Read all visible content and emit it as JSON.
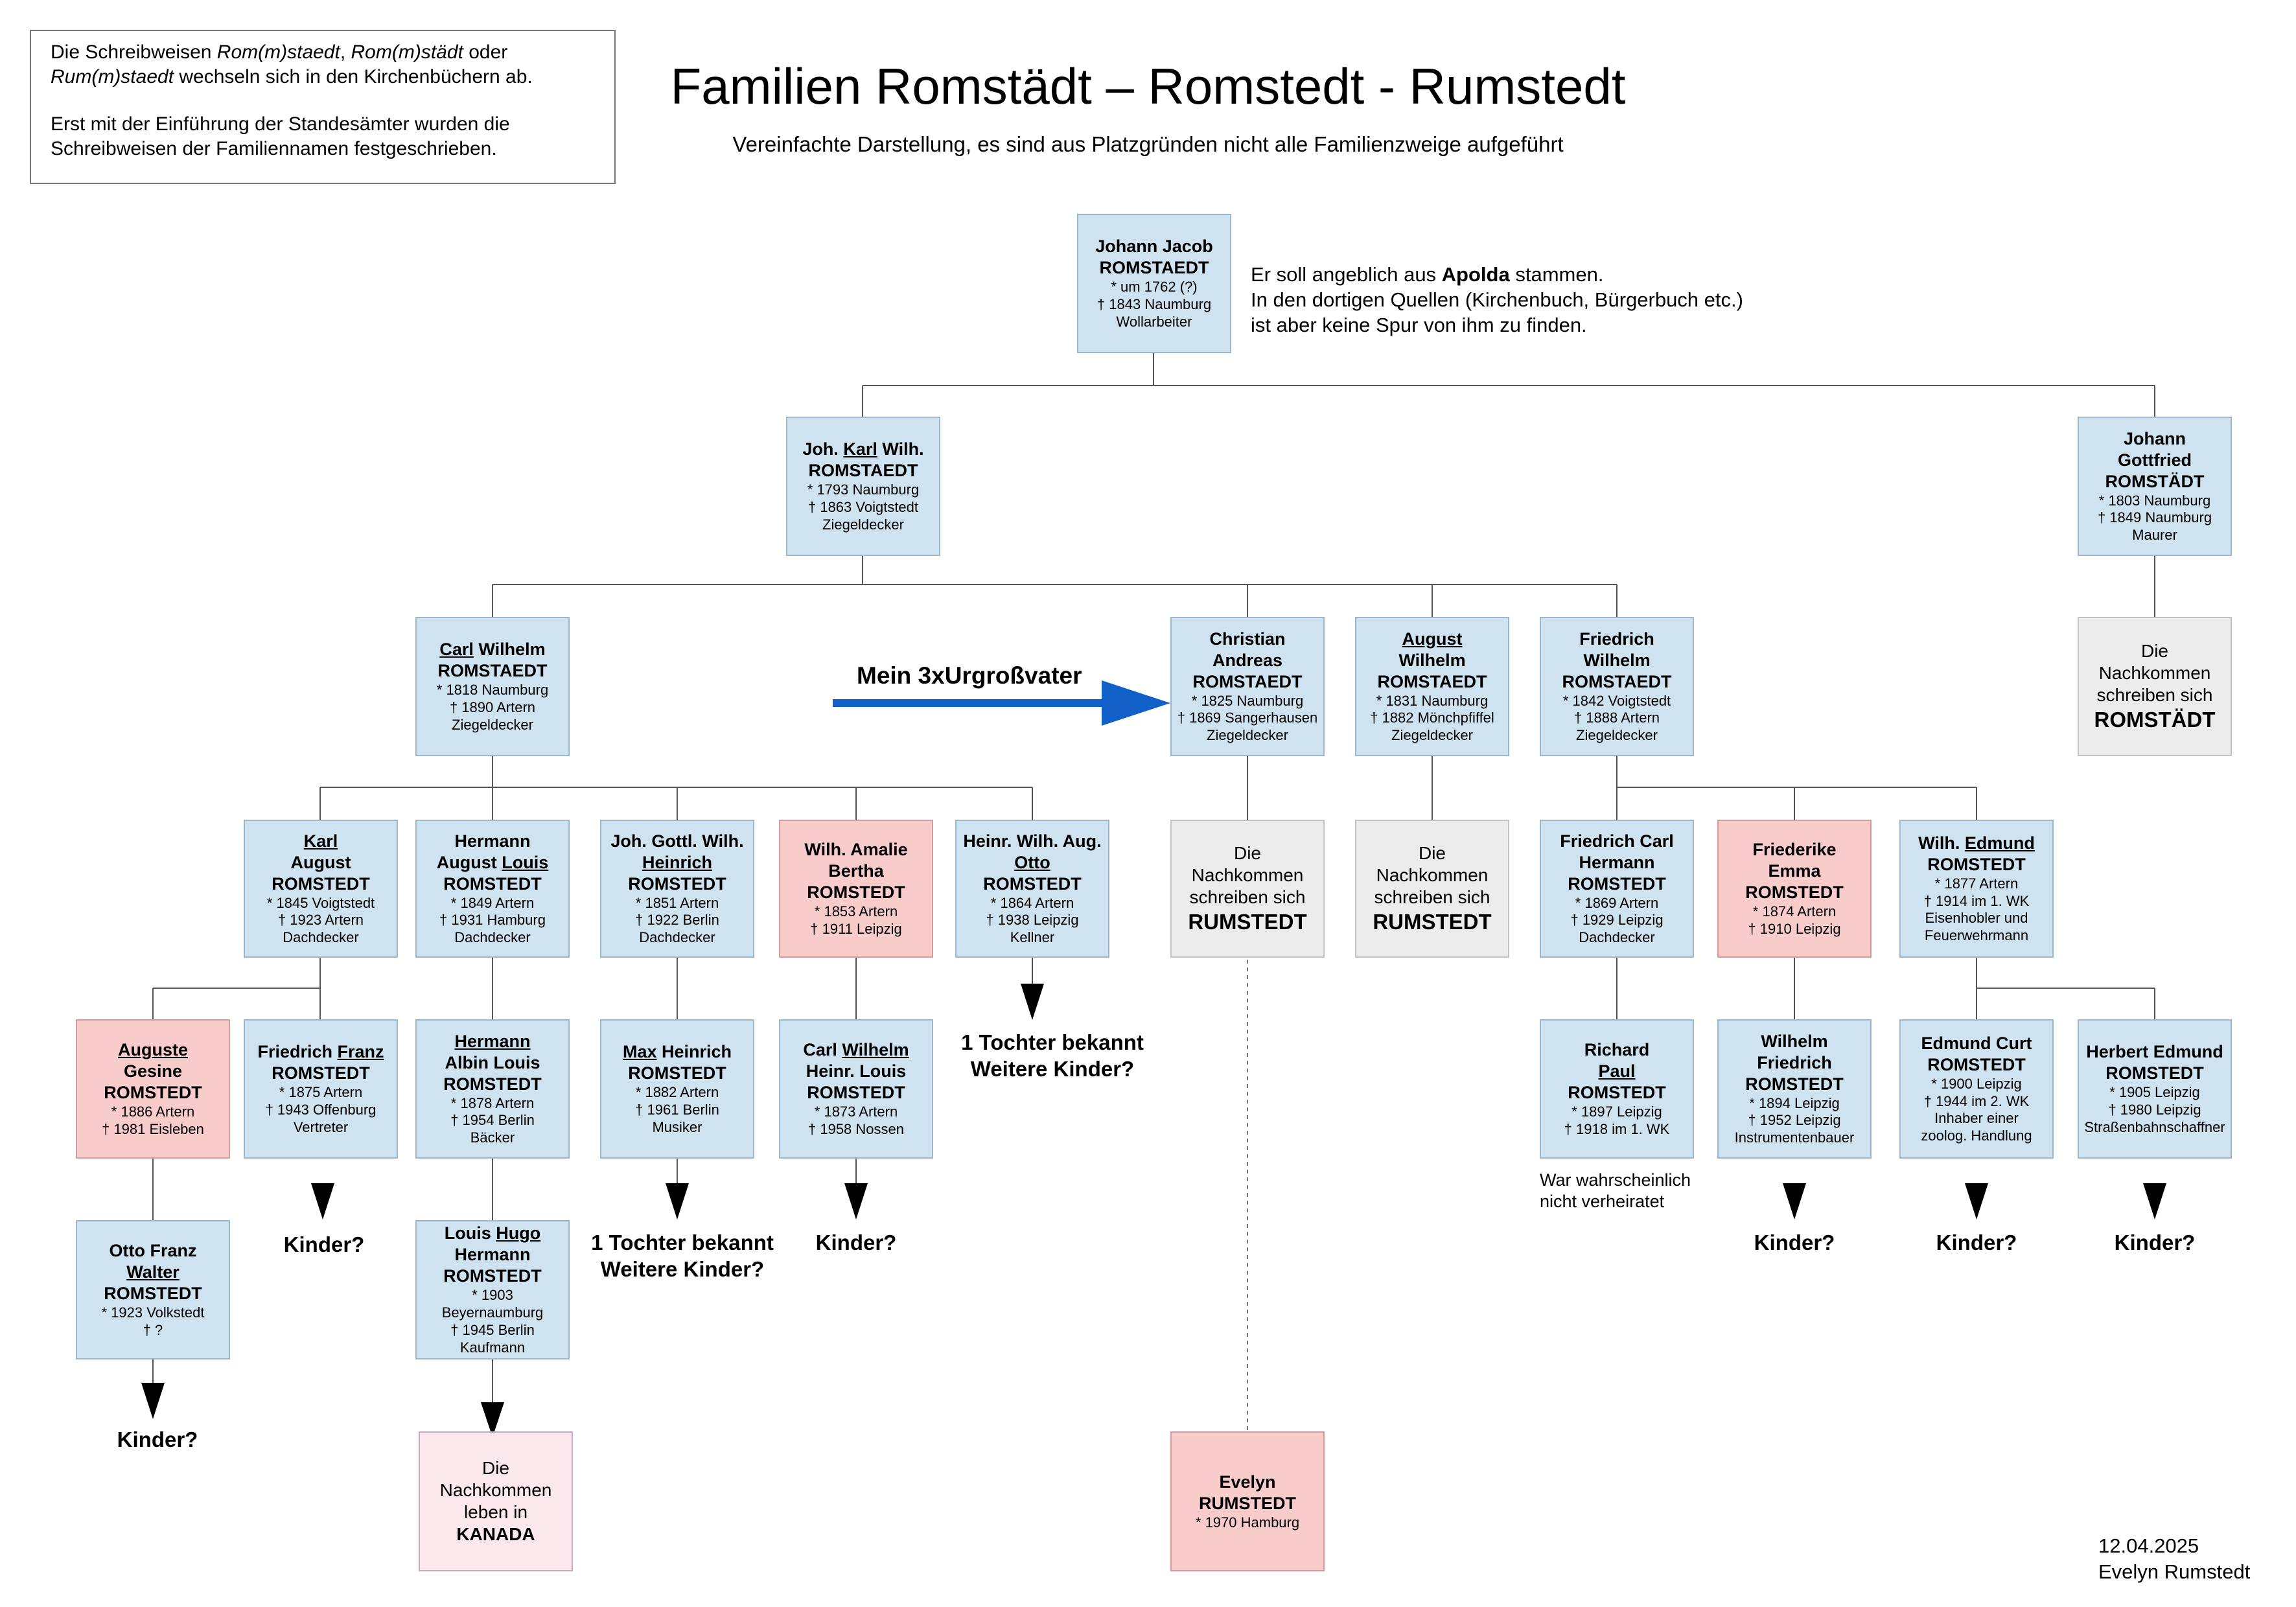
{
  "info": {
    "line1_pre": "Die Schreibweisen ",
    "line1_i1": "Rom(m)staedt",
    "line1_sep": ", ",
    "line1_i2": "Rom(m)städt",
    "line1_post": " oder",
    "line2_i": "Rum(m)staedt",
    "line2_post": " wechseln sich in den Kirchenbüchern ab.",
    "para2": "Erst mit der Einführung der Standesämter wurden die Schreibweisen der Familiennamen festgeschrieben."
  },
  "title": "Familien Romstädt – Romstedt - Rumstedt",
  "subtitle": "Vereinfachte Darstellung, es sind aus Platzgründen nicht alle Familienzweige aufgeführt",
  "apolda": {
    "pre": "Er soll angeblich aus ",
    "bold": "Apolda",
    "post": " stammen.",
    "line2": "In den dortigen Quellen (Kirchenbuch, Bürgerbuch etc.)",
    "line3": "ist aber keine Spur von ihm zu finden."
  },
  "arrow_label": "Mein 3xUrgroßvater",
  "persons": {
    "jj": {
      "l1": "Johann Jacob",
      "sn": "ROMSTAEDT",
      "b": "* um 1762 (?)",
      "d": "† 1843 Naumburg",
      "o": "Wollarbeiter"
    },
    "jkw": {
      "l1a": "Joh. ",
      "l1u": "Karl",
      "l1b": " Wilh.",
      "sn": "ROMSTAEDT",
      "b": "* 1793 Naumburg",
      "d": "† 1863 Voigtstedt",
      "o": "Ziegeldecker"
    },
    "jg": {
      "l1": "Johann",
      "l2": "Gottfried",
      "sn": "ROMSTÄDT",
      "b": "* 1803 Naumburg",
      "d": "† 1849 Naumburg",
      "o": "Maurer"
    },
    "cw": {
      "l1u": "Carl",
      "l1b": " Wilhelm",
      "sn": "ROMSTAEDT",
      "b": "* 1818 Naumburg",
      "d": "† 1890 Artern",
      "o": "Ziegeldecker"
    },
    "ca": {
      "l1": "Christian",
      "l2": "Andreas",
      "sn": "ROMSTAEDT",
      "b": "* 1825 Naumburg",
      "d": "† 1869 Sangerhausen",
      "o": "Ziegeldecker"
    },
    "aw": {
      "l1u": "August",
      "l2": "Wilhelm",
      "sn": "ROMSTAEDT",
      "b": "* 1831 Naumburg",
      "d": "† 1882 Mönchpfiffel",
      "o": "Ziegeldecker"
    },
    "fw": {
      "l1": "Friedrich",
      "l2": "Wilhelm",
      "sn": "ROMSTAEDT",
      "b": "* 1842 Voigtstedt",
      "d": "† 1888 Artern",
      "o": "Ziegeldecker"
    },
    "ka": {
      "l1u": "Karl",
      "l2": "August",
      "sn": "ROMSTEDT",
      "b": "* 1845 Voigtstedt",
      "d": "† 1923 Artern",
      "o": "Dachdecker"
    },
    "hal": {
      "l1": "Hermann",
      "l2a": "August ",
      "l2u": "Louis",
      "sn": "ROMSTEDT",
      "b": "* 1849 Artern",
      "d": "† 1931 Hamburg",
      "o": "Dachdecker"
    },
    "jgh": {
      "l1": "Joh. Gottl. Wilh.",
      "l2u": "Heinrich",
      "sn": "ROMSTEDT",
      "b": "* 1851 Artern",
      "d": "† 1922 Berlin",
      "o": "Dachdecker"
    },
    "wab": {
      "l1": "Wilh. Amalie",
      "l2": "Bertha",
      "sn": "ROMSTEDT",
      "b": "* 1853 Artern",
      "d": "† 1911 Leipzig"
    },
    "hwo": {
      "l1": "Heinr. Wilh. Aug.",
      "l2u": "Otto",
      "sn": "ROMSTEDT",
      "b": "* 1864 Artern",
      "d": "† 1938 Leipzig",
      "o": "Kellner"
    },
    "fch": {
      "l1": "Friedrich Carl",
      "l2": "Hermann",
      "sn": "ROMSTEDT",
      "b": "* 1869 Artern",
      "d": "† 1929 Leipzig",
      "o": "Dachdecker"
    },
    "fe": {
      "l1": "Friederike",
      "l2": "Emma",
      "sn": "ROMSTEDT",
      "b": "* 1874 Artern",
      "d": "† 1910 Leipzig"
    },
    "we": {
      "l1a": "Wilh. ",
      "l1u": "Edmund",
      "sn": "ROMSTEDT",
      "b": "* 1877 Artern",
      "d": "† 1914 im 1. WK",
      "o1": "Eisenhobler und",
      "o2": "Feuerwehrmann"
    },
    "ag": {
      "l1u": "Auguste",
      "l2": "Gesine",
      "sn": "ROMSTEDT",
      "b": "* 1886 Artern",
      "d": "† 1981 Eisleben"
    },
    "ff": {
      "l1a": "Friedrich ",
      "l1u": "Franz",
      "sn": "ROMSTEDT",
      "b": "* 1875 Artern",
      "d": "† 1943 Offenburg",
      "o": "Vertreter"
    },
    "hali": {
      "l1u": "Hermann",
      "l2": "Albin Louis",
      "sn": "ROMSTEDT",
      "b": "* 1878 Artern",
      "d": "† 1954 Berlin",
      "o": "Bäcker"
    },
    "mh": {
      "l1u": "Max",
      "l1b": " Heinrich",
      "sn": "ROMSTEDT",
      "b": "* 1882 Artern",
      "d": "† 1961 Berlin",
      "o": "Musiker"
    },
    "cwl": {
      "l1a": "Carl ",
      "l1u": "Wilhelm",
      "l2": "Heinr. Louis",
      "sn": "ROMSTEDT",
      "b": "* 1873 Artern",
      "d": "† 1958 Nossen"
    },
    "rp": {
      "l1": "Richard",
      "l2u": "Paul",
      "sn": "ROMSTEDT",
      "b": "* 1897 Leipzig",
      "d": "† 1918 im 1. WK"
    },
    "wf": {
      "l1": "Wilhelm",
      "l2": "Friedrich",
      "sn": "ROMSTEDT",
      "b": "* 1894 Leipzig",
      "d": "† 1952 Leipzig",
      "o": "Instrumentenbauer"
    },
    "ec": {
      "l1": "Edmund Curt",
      "sn": "ROMSTEDT",
      "b": "* 1900 Leipzig",
      "d": "† 1944 im 2. WK",
      "o1": "Inhaber einer",
      "o2": "zoolog. Handlung"
    },
    "he": {
      "l1": "Herbert Edmund",
      "sn": "ROMSTEDT",
      "b": "* 1905 Leipzig",
      "d": "† 1980 Leipzig",
      "o": "Straßenbahnschaffner"
    },
    "ofw": {
      "l1": "Otto Franz",
      "l2u": "Walter",
      "sn": "ROMSTEDT",
      "b": "* 1923 Volkstedt",
      "d": "† ?"
    },
    "lhh": {
      "l1a": "Louis ",
      "l1u": "Hugo",
      "l2": "Hermann",
      "sn": "ROMSTEDT",
      "b": "* 1903 Beyernaumburg",
      "d": "† 1945 Berlin",
      "o": "Kaufmann"
    },
    "ev": {
      "l1": "Evelyn",
      "sn": "RUMSTEDT",
      "b": "* 1970 Hamburg"
    }
  },
  "groups": {
    "romstaedt": {
      "t1": "Die",
      "t2": "Nachkommen",
      "t3": "schreiben sich",
      "big": "ROMSTÄDT"
    },
    "rumstedt1": {
      "t1": "Die",
      "t2": "Nachkommen",
      "t3": "schreiben sich",
      "big": "RUMSTEDT"
    },
    "rumstedt2": {
      "t1": "Die",
      "t2": "Nachkommen",
      "t3": "schreiben sich",
      "big": "RUMSTEDT"
    },
    "kanada": {
      "t1": "Die",
      "t2": "Nachkommen",
      "t3": "leben in",
      "big": "KANADA"
    }
  },
  "questions": {
    "kinder": "Kinder?",
    "tochter": "1 Tochter bekannt",
    "weitere": "Weitere Kinder?"
  },
  "paul_note": {
    "l1": "War wahrscheinlich",
    "l2": "nicht verheiratet"
  },
  "footer": {
    "date": "12.04.2025",
    "name": "Evelyn Rumstedt"
  },
  "colors": {
    "male": "#cfe2f0",
    "female": "#f9cccc",
    "gray": "#ececec",
    "pink": "#fbe8ec",
    "arrow": "#1060c8"
  }
}
